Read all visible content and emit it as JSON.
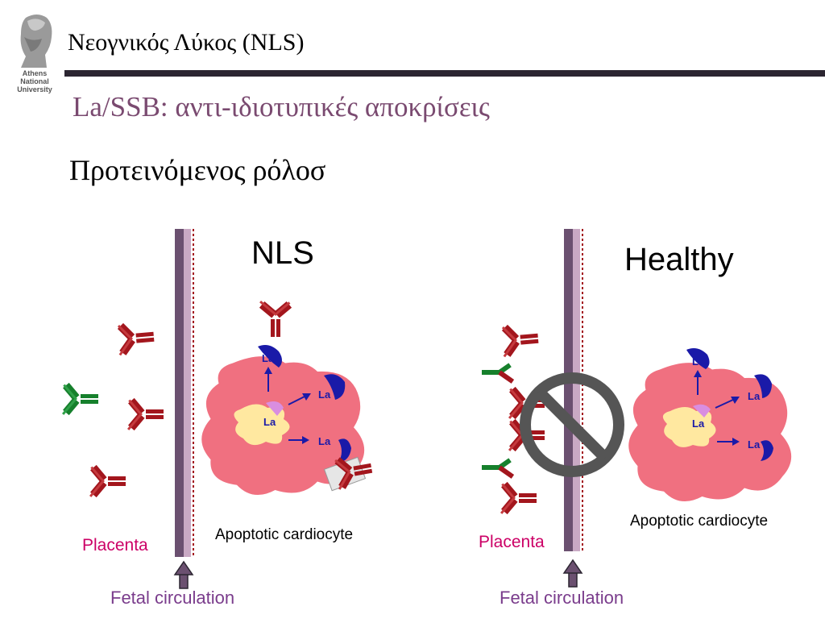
{
  "header": {
    "title": "Νεογνικός Λύκος (NLS)",
    "logo_caption": "Athens National University"
  },
  "subtitle": "La/SSB: αντι-ιδιοτυπικές αποκρίσεις",
  "section_heading": "Προτεινόμενος ρόλοσ",
  "diagram": {
    "left_panel": {
      "title": "NLS",
      "cell_label": "Apoptotic cardiocyte",
      "placenta_label": "Placenta",
      "circulation_label": "Fetal circulation",
      "antigen_labels": [
        "La",
        "La",
        "La",
        "La"
      ]
    },
    "right_panel": {
      "title": "Healthy",
      "cell_label": "Apoptotic cardiocyte",
      "placenta_label": "Placenta",
      "circulation_label": "Fetal circulation",
      "antigen_labels": [
        "La",
        "La",
        "La",
        "La"
      ]
    },
    "colors": {
      "anti_la_antibody": "#a3161d",
      "anti_idiotype_antibody": "#16802c",
      "cell": "#f07080",
      "placenta": "#6b5070",
      "antigen_arrow": "#1a1aa8",
      "label_magenta": "#cc0066",
      "label_purple": "#7a3c8c"
    },
    "icons": [
      "no-entry-icon",
      "up-arrow-icon"
    ]
  }
}
